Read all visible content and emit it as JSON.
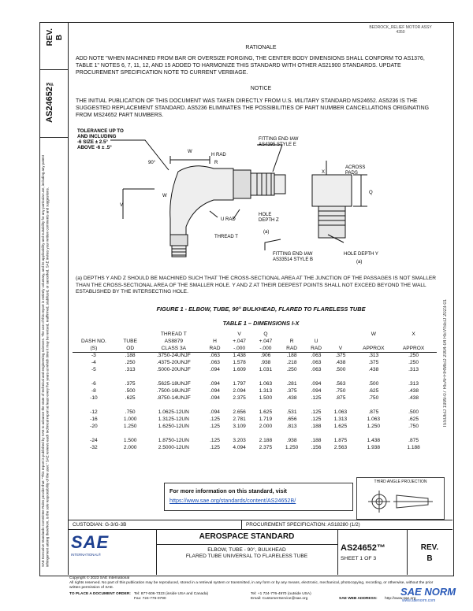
{
  "top_right_code": "BEDROCK_RELIEF MOTOR ASSY\n4350",
  "rev_label": "REV.",
  "rev_value": "B",
  "doc_number": "AS24652™",
  "left_note": "SAE Executive Standards Committee Rules provide that: \"This report is published by SAE to advance the state of technical and engineering sciences. The use of this report is entirely voluntary, and its applicability and suitability for any particular use, including any patent infringement arising therefrom, is the sole responsibility of the user.\" SAE reviews each technical report at least every five years at which time it may be revised, reaffirmed, stabilized, or cancelled. SAE invites your written comments and suggestions.",
  "rationale_title": "RATIONALE",
  "rationale_text": "ADD NOTE \"WHEN MACHINED FROM BAR OR OVERSIZE FORGING, THE CENTER BODY DIMENSIONS SHALL CONFORM TO AS1376, TABLE 1\" NOTES 6, 7, 11, 12, AND 15 ADDED TO HARMONIZE THIS STANDARD WITH OTHER AS21900 STANDARDS. UPDATE PROCUREMENT SPECIFICATION NOTE TO CURRENT VERBIAGE.",
  "notice_title": "NOTICE",
  "notice_text": "THE INITIAL PUBLICATION OF THIS DOCUMENT WAS TAKEN DIRECTLY FROM U.S. MILITARY STANDARD MS24652. AS5236 IS THE SUGGESTED REPLACEMENT STANDARD. AS5236 ELIMINATES THE POSSIBILITIES OF PART NUMBER CANCELLATIONS ORIGINATING FROM MS24652 PART NUMBERS.",
  "diagram": {
    "tolerance_label": "TOLERANCE UP TO\nAND INCLUDING\n-6 SIZE ± 2.5°\nABOVE -6 ± .5°",
    "deg90": "90°",
    "w_label": "W",
    "h_rad": "H RAD",
    "r_label": "R",
    "fitting_end1": "FITTING END IAW\nAS4395 STYLE E",
    "across_pads": "ACROSS\nPADS",
    "x_label": "X",
    "v_label": "V",
    "q_label": "Q",
    "w_label2": "W",
    "u_rad": "U RAD",
    "hole_depth_z": "HOLE\nDEPTH  Z",
    "a_label1": "(a)",
    "thread_t": "THREAD  T",
    "fitting_end2": "FITTING END IAW\nAS33514 STYLE B",
    "hole_depth_y": "HOLE DEPTH  Y",
    "a_label2": "(a)"
  },
  "depth_note": "(a) DEPTHS Y AND Z SHOULD BE MACHINED SUCH THAT THE CROSS-SECTIONAL AREA AT THE JUNCTION OF THE PASSAGES IS NOT SMALLER THAN THE CROSS-SECTIONAL AREA OF THE SMALLER HOLE. Y AND Z AT THEIR DEEPEST POINTS SHALL NOT EXCEED BEYOND THE WALL ESTABLISHED BY THE INTERSECTING HOLE.",
  "figure_title": "FIGURE 1 - ELBOW, TUBE, 90° BULKHEAD, FLARED TO FLARELESS TUBE",
  "table_title": "TABLE 1 – DIMENSIONS I-X",
  "table": {
    "headers": [
      [
        "",
        "",
        "THREAD T",
        "",
        "V",
        "Q",
        "",
        "",
        "",
        "W",
        "X"
      ],
      [
        "DASH NO.",
        "TUBE",
        "AS8879",
        "H",
        "+.047",
        "+.047",
        "R",
        "U",
        "",
        "",
        ""
      ],
      [
        "(S)",
        "OD",
        "CLASS 3A",
        "RAD",
        "-.000",
        "-.000",
        "RAD",
        "RAD",
        "V",
        "APPROX",
        "APPROX"
      ]
    ],
    "groups": [
      [
        [
          "-3",
          ".188",
          ".3750-24UNJF",
          ".063",
          "1.438",
          ".906",
          ".188",
          ".063",
          ".375",
          ".313",
          ".250"
        ],
        [
          "-4",
          ".250",
          ".4375-20UNJF",
          ".063",
          "1.578",
          ".938",
          ".218",
          ".063",
          ".438",
          ".375",
          ".250"
        ],
        [
          "-5",
          ".313",
          ".5000-20UNJF",
          ".094",
          "1.609",
          "1.031",
          ".250",
          ".063",
          ".500",
          ".438",
          ".313"
        ]
      ],
      [
        [
          "-6",
          ".375",
          ".5625-18UNJF",
          ".094",
          "1.797",
          "1.063",
          ".281",
          ".094",
          ".563",
          ".500",
          ".313"
        ],
        [
          "-8",
          ".500",
          ".7500-16UNJF",
          ".094",
          "2.094",
          "1.313",
          ".375",
          ".094",
          ".750",
          ".625",
          ".438"
        ],
        [
          "-10",
          ".625",
          ".8750-14UNJF",
          ".094",
          "2.375",
          "1.500",
          ".438",
          ".125",
          ".875",
          ".750",
          ".438"
        ]
      ],
      [
        [
          "-12",
          ".750",
          "1.0625-12UN",
          ".094",
          "2.656",
          "1.625",
          ".531",
          ".125",
          "1.063",
          ".875",
          ".500"
        ],
        [
          "-16",
          "1.000",
          "1.3125-12UN",
          ".125",
          "2.781",
          "1.719",
          ".656",
          ".125",
          "1.313",
          "1.063",
          ".625"
        ],
        [
          "-20",
          "1.250",
          "1.6250-12UN",
          ".125",
          "3.109",
          "2.000",
          ".813",
          ".188",
          "1.625",
          "1.250",
          ".750"
        ]
      ],
      [
        [
          "-24",
          "1.500",
          "1.8750-12UN",
          ".125",
          "3.203",
          "2.188",
          ".938",
          ".188",
          "1.875",
          "1.438",
          ".875"
        ],
        [
          "-32",
          "2.000",
          "2.5000-12UN",
          ".125",
          "4.094",
          "2.375",
          "1.250",
          ".156",
          "2.563",
          "1.938",
          "1.188"
        ]
      ]
    ]
  },
  "right_margin_text": "ISSUED 1999-07    REAFFIRMED 2004-04    REVISED 2023-01",
  "third_angle": "THIRD ANGLE PROJECTION",
  "info_line1": "For more information on this standard, visit",
  "info_link": "https://www.sae.org/standards/content/AS24652B/",
  "custodian": "CUSTODIAN: G-3/G-3B",
  "procurement": "PROCUREMENT SPECIFICATION: AS18280 (1/2)",
  "sae_logo": "SAE",
  "sae_sub": "INTERNATIONAL®",
  "aero_title": "AEROSPACE STANDARD",
  "doc_title": "ELBOW, TUBE - 90°, BULKHEAD\nFLARED TUBE UNIVERSAL TO FLARELESS TUBE",
  "doc_number_box": "AS24652™",
  "sheet": "SHEET 1 OF 3",
  "rev_box_label": "REV.",
  "rev_box_value": "B",
  "footer_copyright": "Copyright © 2023 SAE International",
  "footer_rights": "All rights reserved. No part of this publication may be reproduced, stored in a retrieval system or transmitted, in any form or by any means, electronic, mechanical, photocopying, recording, or otherwise, without the prior written permission of SAE.",
  "footer_order": "TO PLACE A DOCUMENT ORDER:",
  "footer_tel": "Tel: 877-606-7323 (inside USA and Canada)",
  "footer_fax": "Fax: 724-776-0790",
  "footer_tel2": "Tel: +1 724-776-4970 (outside USA)",
  "footer_email": "Email: CustomerService@sae.org",
  "footer_web": "SAE WEB ADDRESS:",
  "footer_url": "http://www.sae.org",
  "watermark": "SAE NORM",
  "watermark_url": "www.saenorm.com"
}
